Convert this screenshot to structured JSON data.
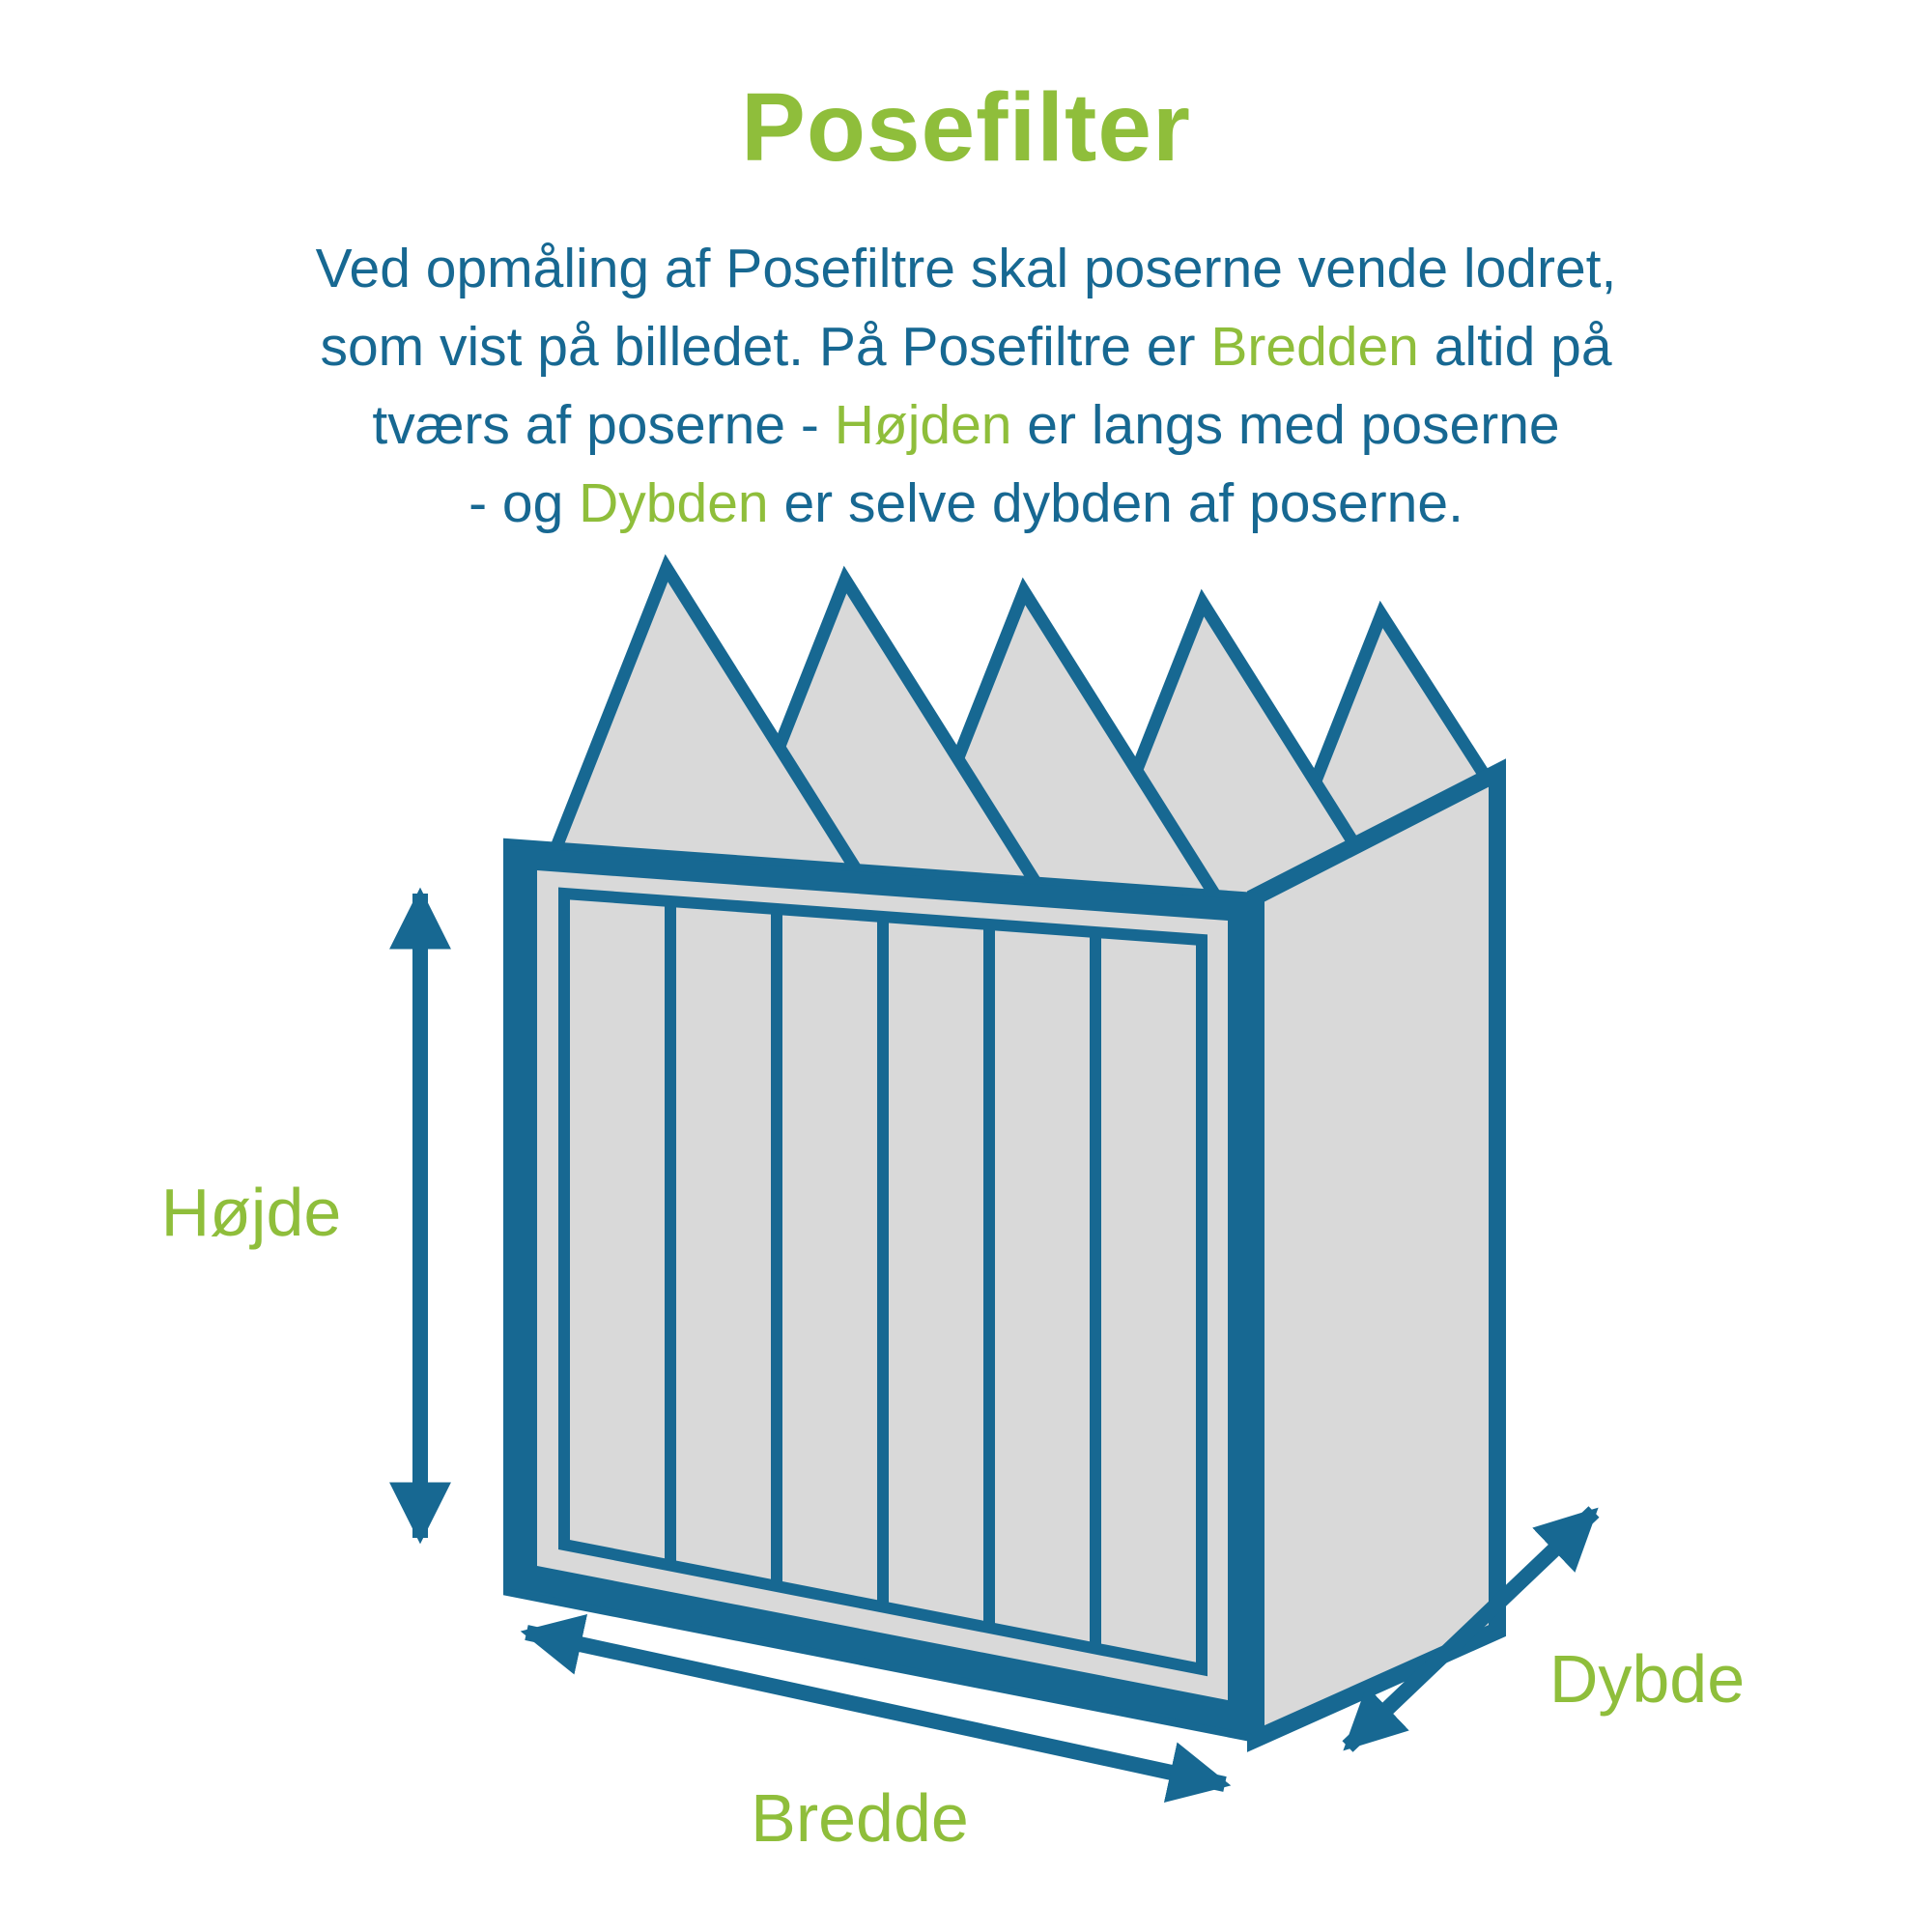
{
  "title": "Posefilter",
  "colors": {
    "green": "#8FBE3B",
    "blue": "#176892",
    "gray": "#D9D9D9"
  },
  "intro": {
    "lines": [
      {
        "s1": "Ved opmåling af Posefiltre skal poserne vende lodret,"
      },
      {
        "s1": "som vist på billedet. På Posefiltre er ",
        "g": "Bredden",
        "s2": " altid på"
      },
      {
        "s1": "tværs af poserne - ",
        "g": "Højden",
        "s2": " er langs med poserne"
      },
      {
        "s1": "- og ",
        "g": "Dybden",
        "s2": " er selve dybden af poserne."
      }
    ]
  },
  "labels": {
    "height": "Højde",
    "width": "Bredde",
    "depth": "Dybde"
  }
}
